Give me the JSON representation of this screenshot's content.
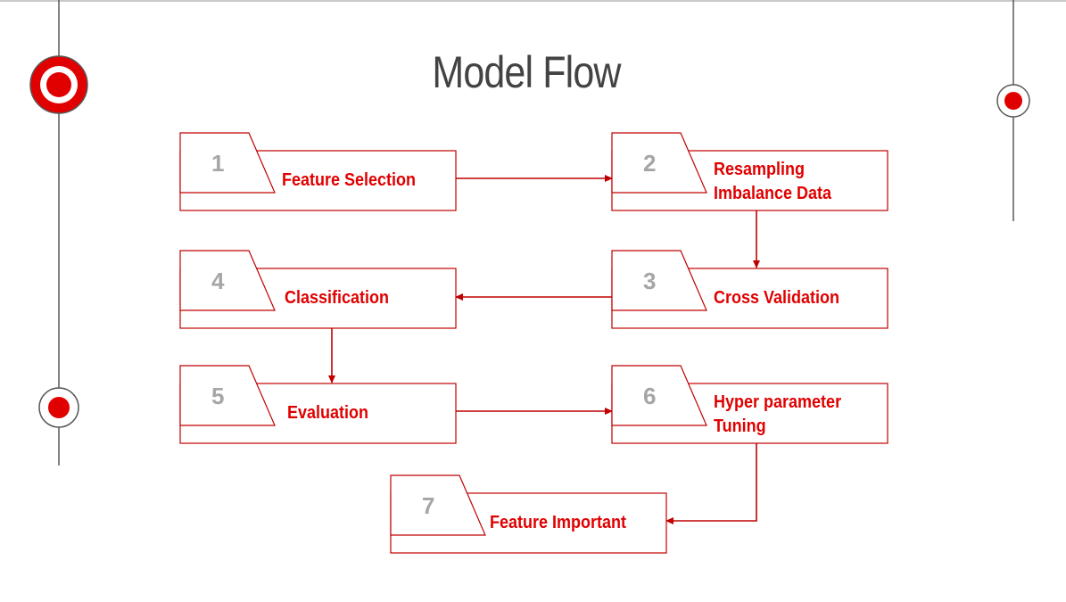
{
  "title": "Model Flow",
  "colors": {
    "accent": "#e00000",
    "border": "#c00000",
    "arrow": "#c00000",
    "number": "#a6a6a6",
    "title": "#434343",
    "rail": "#595959"
  },
  "steps": [
    {
      "id": 1,
      "number": "1",
      "label": "Feature Selection"
    },
    {
      "id": 2,
      "number": "2",
      "label": "Resampling\nImbalance Data"
    },
    {
      "id": 3,
      "number": "3",
      "label": "Cross Validation"
    },
    {
      "id": 4,
      "number": "4",
      "label": "Classification"
    },
    {
      "id": 5,
      "number": "5",
      "label": "Evaluation"
    },
    {
      "id": 6,
      "number": "6",
      "label": "Hyper parameter\nTuning"
    },
    {
      "id": 7,
      "number": "7",
      "label": "Feature Important"
    }
  ],
  "edges": [
    {
      "from": 1,
      "to": 2
    },
    {
      "from": 2,
      "to": 3
    },
    {
      "from": 3,
      "to": 4
    },
    {
      "from": 4,
      "to": 5
    },
    {
      "from": 5,
      "to": 6
    },
    {
      "from": 6,
      "to": 7
    }
  ],
  "decorations": [
    "target-icon",
    "target-icon",
    "target-icon"
  ]
}
